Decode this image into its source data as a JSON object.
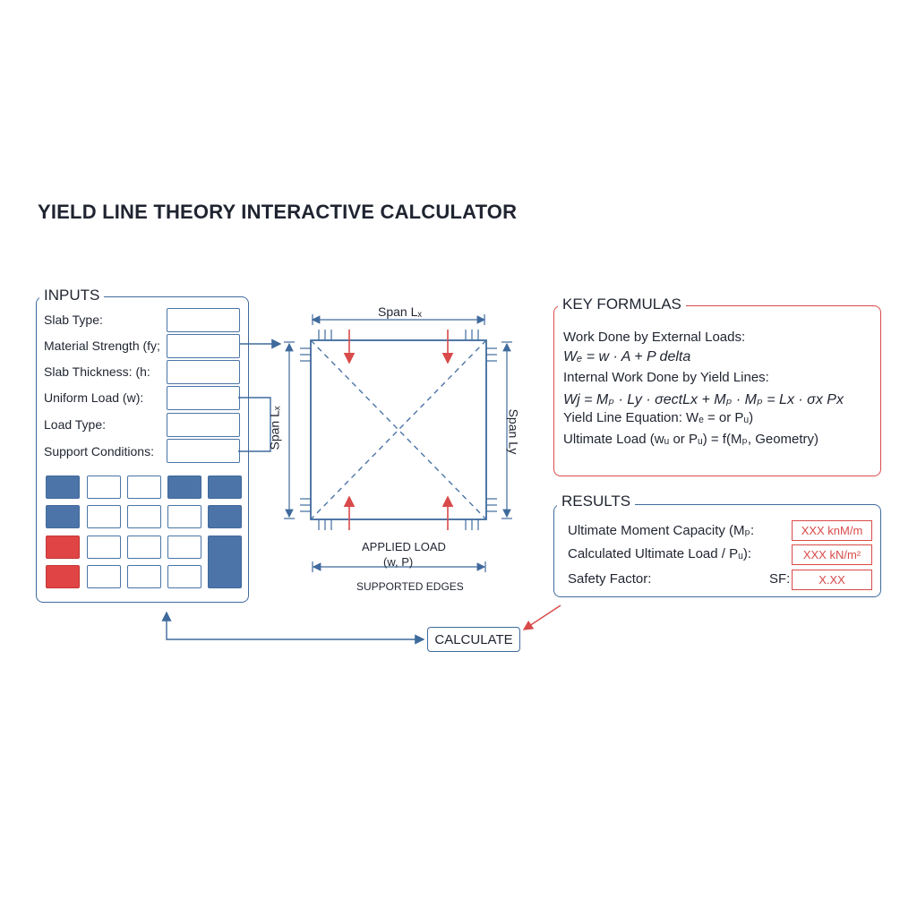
{
  "title": "YIELD LINE THEORY INTERACTIVE CALCULATOR",
  "inputs": {
    "heading": "INPUTS",
    "fields": [
      {
        "label": "Slab Type:",
        "value": ""
      },
      {
        "label": "Material Strength (fy;",
        "value": ""
      },
      {
        "label": "Slab Thickness: (h:",
        "value": ""
      },
      {
        "label": "Uniform Load (w):",
        "value": ""
      },
      {
        "label": "Load Type:",
        "value": ""
      },
      {
        "label": "Support Conditions:",
        "value": ""
      }
    ],
    "keypad_rows": [
      [
        "blue",
        "white",
        "white",
        "blue",
        "blue"
      ],
      [
        "blue",
        "white",
        "white",
        "white",
        "blue"
      ],
      [
        "red",
        "white",
        "white",
        "white",
        "blue"
      ],
      [
        "red",
        "white",
        "white",
        "white",
        "blue"
      ]
    ]
  },
  "diagram": {
    "span_top": "Span Lₓ",
    "span_left": "Span Lₓ",
    "span_right": "Span Ly",
    "load_label_1": "APPLIED LOAD",
    "load_label_2": "(w, P)",
    "support_label": "SUPPORTED EDGES"
  },
  "formulas": {
    "heading": "KEY FORMULAS",
    "lines": [
      "Work Done by External Loads:",
      "Wₑ = w · A + P delta",
      "Internal Work Done by Yield Lines:",
      "Wj = Mₚ · Ly · σectLx + Mₚ · Mₚ = Lx · σx Px",
      "Yield Line Equation: Wₑ = or Pᵤ)",
      "Ultimate Load (wᵤ or Pᵤ) = f(Mₚ, Geometry)"
    ]
  },
  "results": {
    "heading": "RESULTS",
    "moment_label": "Ultimate Moment Capacity (Mₚ:",
    "moment_value": "XXX knM/m",
    "load_label": "Calculated Ultimate Load / Pᵤ):",
    "load_value": "XXX kN/m²",
    "sf_label": "Safety Factor:",
    "sf_prefix": "SF:",
    "sf_value": "X.XX"
  },
  "calculate_label": "CALCULATE",
  "colors": {
    "blue": "#3f6a9c",
    "red": "#d94a4a",
    "key_blue": "#4c74a8",
    "key_red": "#e04444"
  }
}
